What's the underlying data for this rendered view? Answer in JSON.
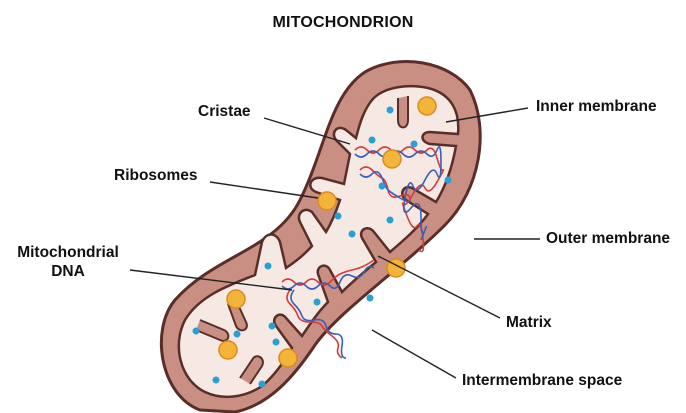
{
  "title": "MITOCHONDRION",
  "labels": {
    "cristae": "Cristae",
    "ribosomes": "Ribosomes",
    "mito_dna_line1": "Mitochondrial",
    "mito_dna_line2": "DNA",
    "inner_membrane": "Inner membrane",
    "outer_membrane": "Outer membrane",
    "matrix": "Matrix",
    "intermembrane_space": "Intermembrane space"
  },
  "colors": {
    "outer_fill": "#c98f82",
    "outline": "#5a2e28",
    "matrix_fill": "#f6e9e4",
    "ribosome": "#f4b43a",
    "ribosome_edge": "#d98c1a",
    "dot": "#2a9fd6",
    "dna_red": "#d93a3a",
    "dna_blue": "#3a5fb5",
    "leader": "#222222"
  },
  "icons": {
    "ribosome": "orange-circle",
    "matrix_granule": "blue-dot",
    "dna": "red-blue-strand"
  }
}
